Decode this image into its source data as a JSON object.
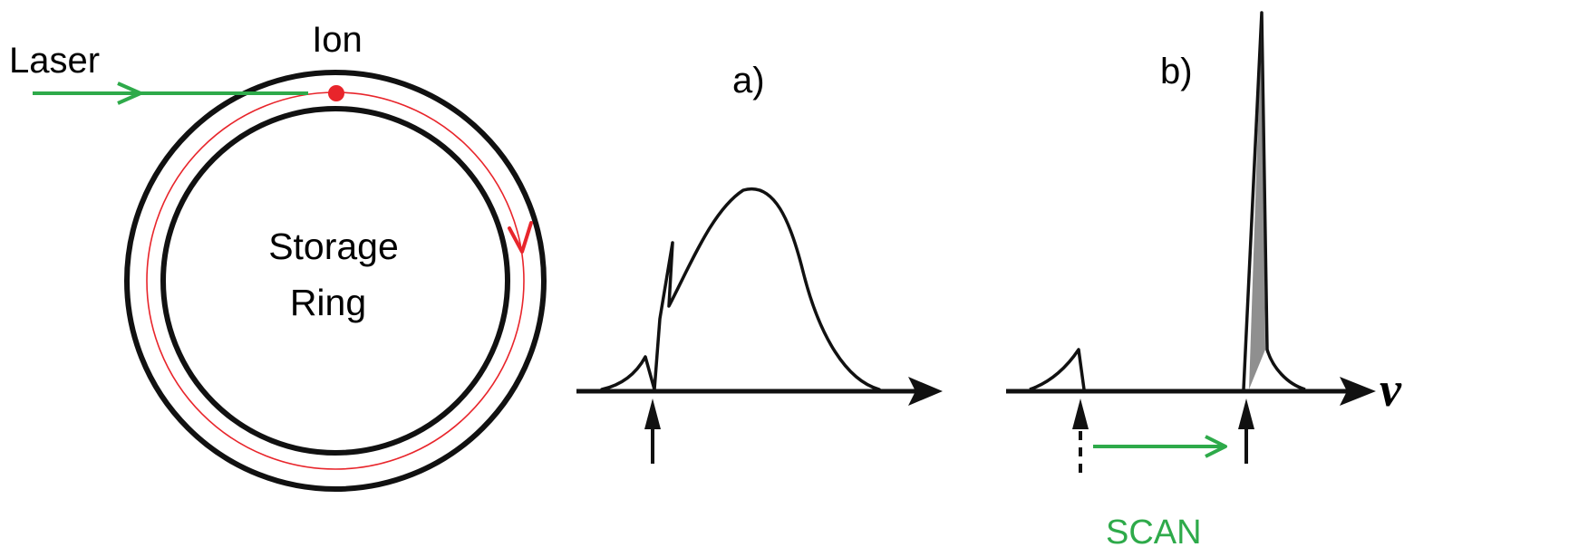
{
  "labels": {
    "laser": "Laser",
    "ion": "Ion",
    "ring_line1": "Storage",
    "ring_line2": "Ring",
    "panel_a": "a)",
    "panel_b": "b)",
    "axis_symbol": "ν",
    "scan": "SCAN"
  },
  "colors": {
    "laser": "#2eaa4a",
    "ion": "#e8252b",
    "ink": "#111111"
  }
}
